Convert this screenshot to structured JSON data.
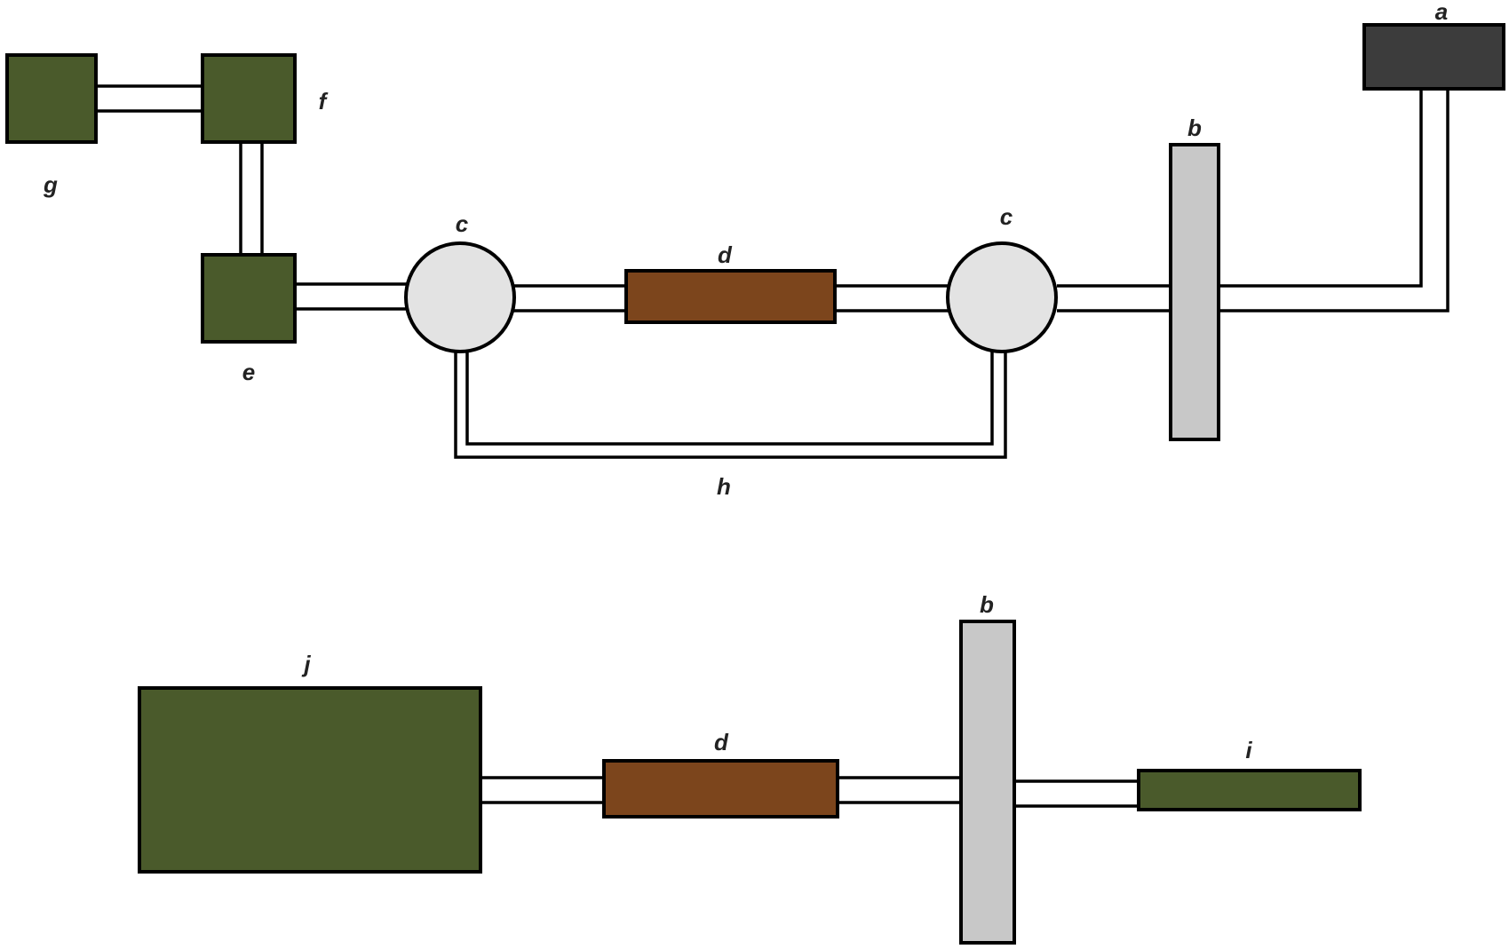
{
  "colors": {
    "green": "#4a5a2b",
    "dark": "#3c3c3c",
    "grey_panel": "#c8c8c8",
    "valve": "#e3e3e3",
    "brown": "#7c451c"
  },
  "labels": {
    "a": "a",
    "b_top": "b",
    "b_bottom": "b",
    "c_left": "c",
    "c_right": "c",
    "d_top": "d",
    "d_bottom": "d",
    "e": "e",
    "f": "f",
    "g": "g",
    "h": "h",
    "i": "i",
    "j": "j"
  }
}
